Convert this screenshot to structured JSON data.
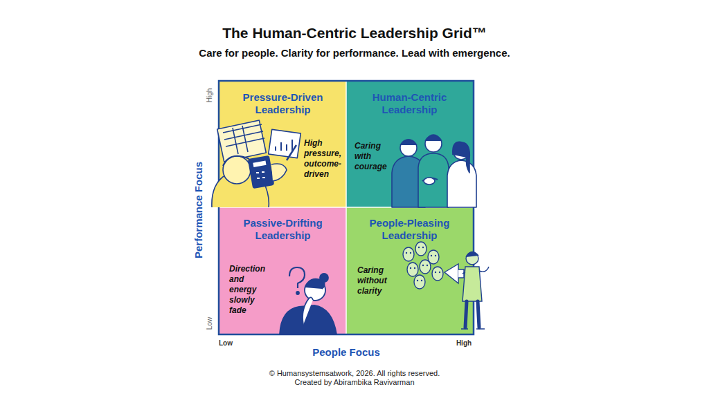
{
  "diagram": {
    "title": "The Human-Centric Leadership Grid™",
    "nodes": [
      {
        "text": [
          "Pressure-Driven Leadership",
          "High pressure, outcome-driven"
        ]
      },
      {
        "text": [
          "Human-Centric Leadership",
          "Caring with courage"
        ]
      },
      {
        "text": [
          "Passive-Drifting Leadership",
          "Direction and energy slowly fade"
        ]
      },
      {
        "text": [
          "People-Pleasing Leadership",
          "Caring without clarity"
        ]
      }
    ],
    "edges": [],
    "labels": [
      "Care for people. Clarity for performance. Lead with emergence.",
      "High",
      "Low",
      "Performance Focus",
      "Low",
      "High",
      "People Focus",
      "© Humansystemsatwork, 2026. All rights reserved.",
      "Created by Abirambika Ravivarman"
    ]
  }
}
